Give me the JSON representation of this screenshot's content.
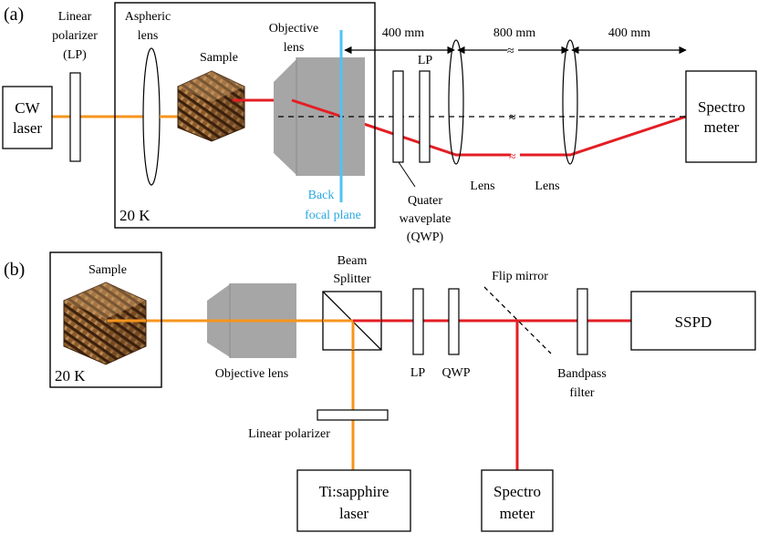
{
  "panel_a": {
    "tag": "(a)",
    "cw_laser": [
      "CW",
      "laser"
    ],
    "linear_polarizer": [
      "Linear",
      "polarizer",
      "(LP)"
    ],
    "aspheric_lens": [
      "Aspheric",
      "lens"
    ],
    "sample": "Sample",
    "objective_lens": [
      "Objective",
      "lens"
    ],
    "temperature": "20 K",
    "back_focal_plane": [
      "Back",
      "focal plane"
    ],
    "lp": "LP",
    "quarter_waveplate": [
      "Quater",
      "waveplate",
      "(QWP)"
    ],
    "lens_left": "Lens",
    "lens_right": "Lens",
    "distance_1": "400 mm",
    "distance_2": "800 mm",
    "distance_3": "400 mm",
    "spectrometer": [
      "Spectro",
      "meter"
    ]
  },
  "panel_b": {
    "tag": "(b)",
    "sample": "Sample",
    "temperature": "20 K",
    "objective_lens": "Objective lens",
    "beam_splitter": [
      "Beam",
      "Splitter"
    ],
    "lp": "LP",
    "qwp": "QWP",
    "flip_mirror": "Flip mirror",
    "bandpass_filter": [
      "Bandpass",
      "filter"
    ],
    "sspd": "SSPD",
    "linear_polarizer": "Linear polarizer",
    "ti_sapphire_laser": [
      "Ti:sapphire",
      "laser"
    ],
    "spectrometer": [
      "Spectro",
      "meter"
    ]
  },
  "colors": {
    "excitation_beam": "#f7941d",
    "emission_beam": "#e31e24",
    "back_focal_plane": "#4fc3f7",
    "objective_body": "#a6a6a6",
    "sample_dark": "#4a2a12",
    "sample_light": "#a0703c"
  }
}
